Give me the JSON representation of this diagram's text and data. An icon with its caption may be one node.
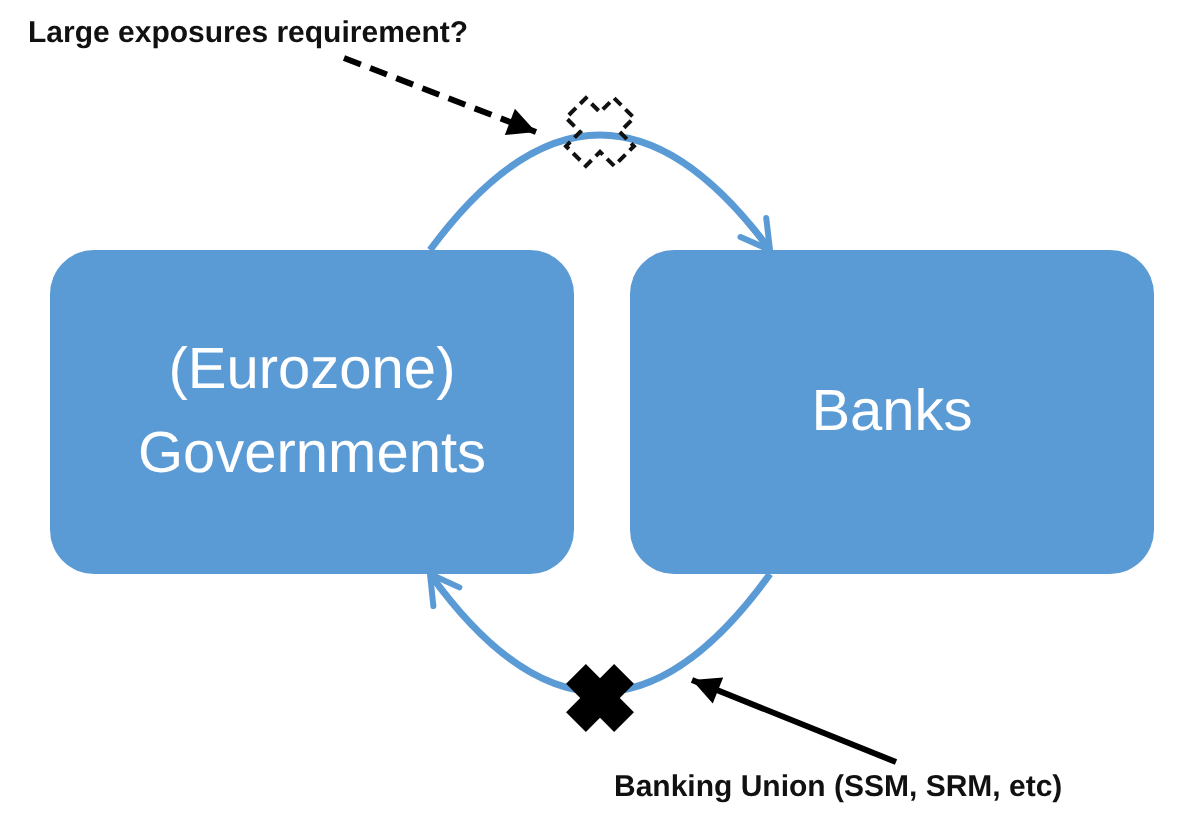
{
  "diagram": {
    "nodes": [
      {
        "text": [
          "(Eurozone) Governments"
        ]
      },
      {
        "text": [
          "Banks"
        ]
      },
      {
        "text": [
          "Large exposures requirement?"
        ]
      },
      {
        "text": [
          "Banking Union (SSM, SRM, etc)"
        ]
      }
    ],
    "edges": [
      {
        "from": 0,
        "to": 1,
        "arrow": "to",
        "color": "#5b9bd5"
      },
      {
        "from": 1,
        "to": 0,
        "arrow": "to",
        "color": "#5b9bd5"
      },
      {
        "from": 2,
        "to": null,
        "arrow": "to",
        "style": "dashed",
        "color": "#000000"
      },
      {
        "from": 3,
        "to": null,
        "arrow": "to",
        "color": "#000000"
      }
    ]
  }
}
